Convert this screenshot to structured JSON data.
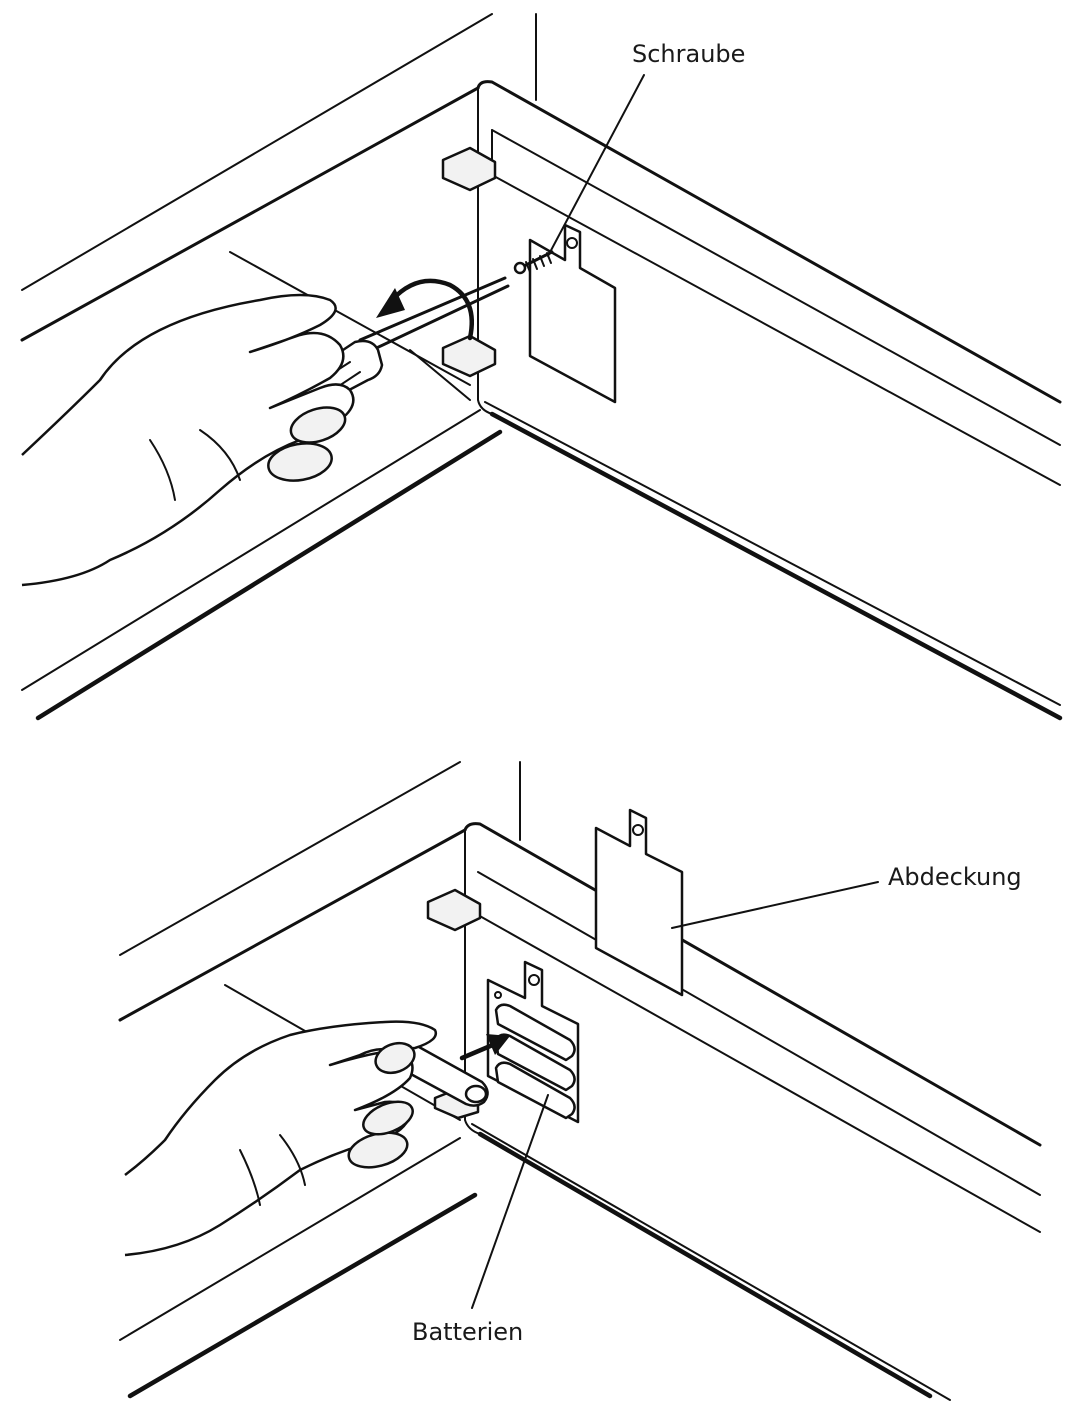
{
  "figure_top": {
    "labels": {
      "screw": "Schraube"
    }
  },
  "figure_bottom": {
    "labels": {
      "cover": "Abdeckung",
      "batteries": "Batterien"
    }
  },
  "colors": {
    "line": "#111111",
    "background": "#ffffff"
  }
}
